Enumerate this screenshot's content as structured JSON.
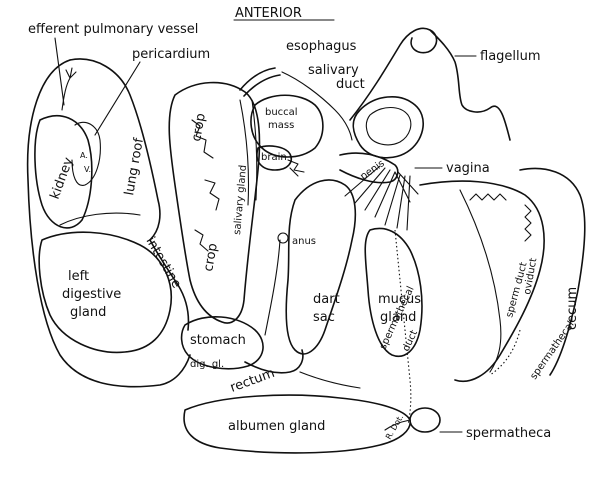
{
  "title": "ANTERIOR",
  "labels": {
    "efferent_pulmonary_vessel": "efferent pulmonary vessel",
    "pericardium": "pericardium",
    "esophagus": "esophagus",
    "salivary_duct_1": "salivary",
    "salivary_duct_2": "duct",
    "flagellum": "flagellum",
    "buccal_mass_1": "buccal",
    "buccal_mass_2": "mass",
    "brain": "brain",
    "crop_upper": "crop",
    "crop_lower": "crop",
    "salivary_gland": "salivary gland",
    "lung_roof": "lung roof",
    "a": "A.",
    "v": "V.",
    "kidney": "kidney",
    "penis": "penis",
    "vagina": "vagina",
    "intestine": "intestine",
    "left_digestive_gland_1": "left",
    "left_digestive_gland_2": "digestive",
    "left_digestive_gland_3": "gland",
    "anus": "anus",
    "dart_sac_1": "dart",
    "dart_sac_2": "sac",
    "mucus_gland_1": "mucus",
    "mucus_gland_2": "gland",
    "sperm_duct": "sperm duct",
    "oviduct": "oviduct",
    "cecum": "cecum",
    "stomach": "stomach",
    "dig_gl": "dig. gl.",
    "spermathecal_duct_left_1": "spermathecal",
    "spermathecal_duct_left_2": "duct",
    "spermathecal_duct_right": "spermathecal",
    "rectum": "rectum",
    "albumen_gland": "albumen gland",
    "spermatheca": "spermatheca",
    "r_dot": "R. Dot."
  }
}
